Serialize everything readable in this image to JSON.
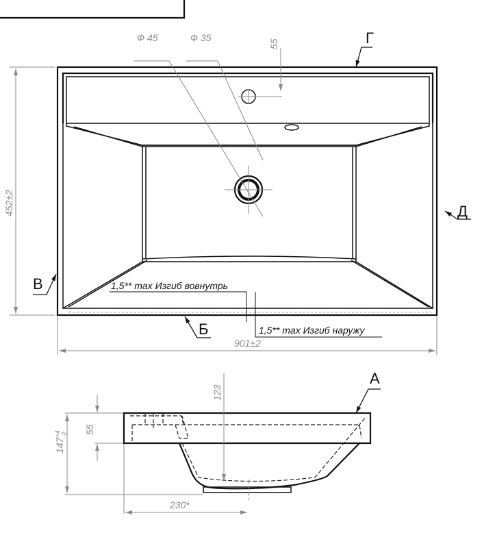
{
  "top_view": {
    "dim_overflow_dia": "Ф 45",
    "dim_faucet_dia": "Ф 35",
    "dim_faucet_offset": "55",
    "view_g": "Г",
    "dim_depth": "452±2",
    "view_d": "Д",
    "view_v": "В",
    "note_inward": "1,5** max Изгиб вовнутрь",
    "view_b": "Б",
    "note_outward": "1,5** max Изгиб наружу",
    "dim_width": "901±2"
  },
  "side_view": {
    "dim_bowl_depth": "123",
    "view_a": "А",
    "dim_rim_height": "55",
    "dim_total_height": "147",
    "dim_total_height_tol_upper": "+4",
    "dim_total_height_tol_lower": "-2",
    "dim_drain_offset": "230*"
  }
}
